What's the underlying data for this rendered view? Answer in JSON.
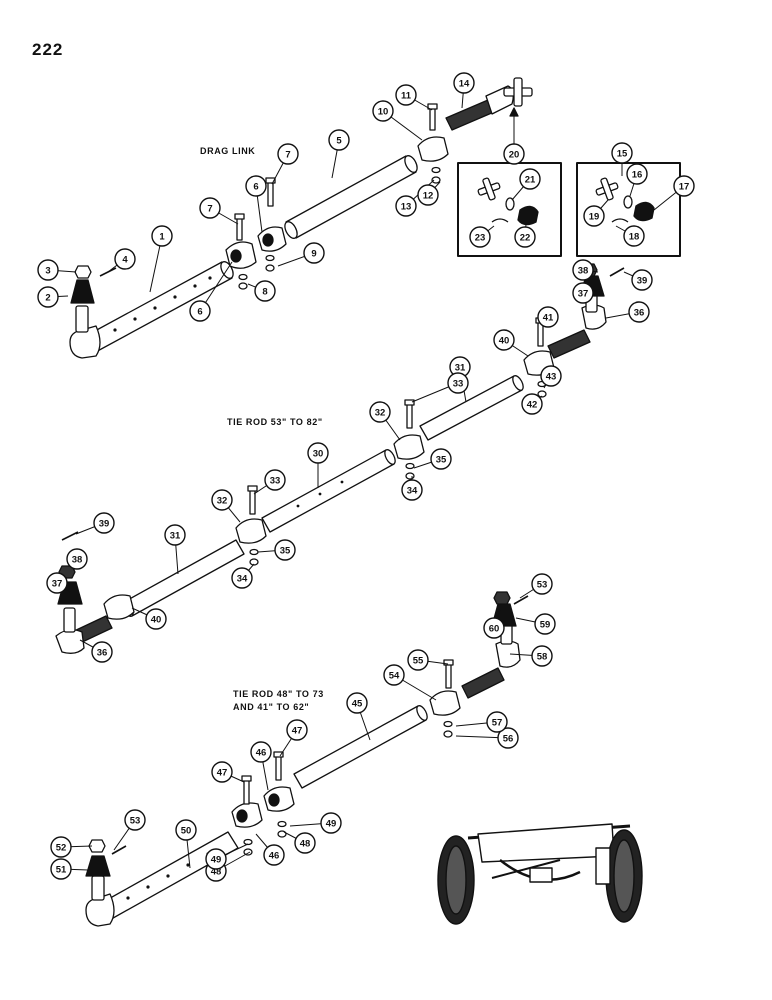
{
  "page_number": "222",
  "titles": {
    "drag_link": "DRAG LINK",
    "tie_rod_1": "TIE ROD 53\" TO 82\"",
    "tie_rod_2_line1": "TIE ROD 48\" TO 73",
    "tie_rod_2_line2": "AND 41\" TO 62\""
  },
  "callouts": [
    "1",
    "2",
    "3",
    "4",
    "5",
    "6",
    "6",
    "7",
    "7",
    "8",
    "9",
    "10",
    "11",
    "12",
    "13",
    "14",
    "15",
    "16",
    "17",
    "18",
    "19",
    "20",
    "21",
    "22",
    "23",
    "30",
    "31",
    "31",
    "32",
    "32",
    "33",
    "33",
    "34",
    "34",
    "35",
    "35",
    "36",
    "36",
    "37",
    "37",
    "38",
    "38",
    "39",
    "39",
    "40",
    "40",
    "41",
    "42",
    "43",
    "45",
    "46",
    "46",
    "47",
    "47",
    "48",
    "48",
    "49",
    "49",
    "50",
    "51",
    "52",
    "53",
    "53",
    "54",
    "55",
    "56",
    "57",
    "58",
    "59",
    "60"
  ]
}
